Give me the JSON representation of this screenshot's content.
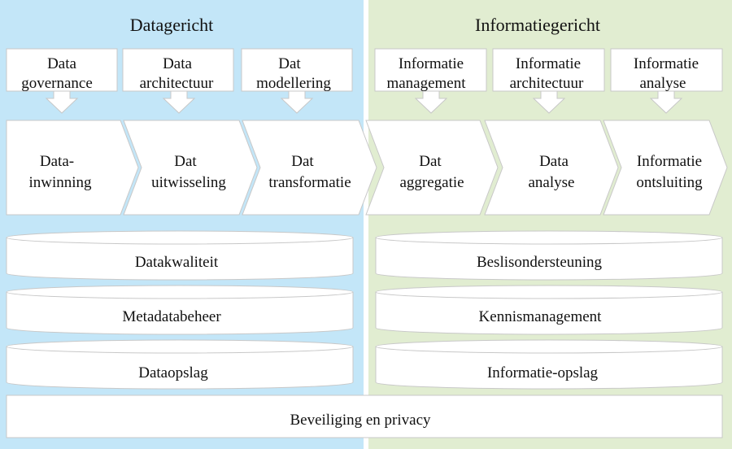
{
  "colors": {
    "data_panel": "#c3e6f8",
    "info_panel": "#e1edd1",
    "box_fill": "#ffffff",
    "box_stroke": "#c8c8c8",
    "text": "#111111"
  },
  "data_side": {
    "title": "Datagericht",
    "top_boxes": [
      {
        "line1": "Data",
        "line2": "governance"
      },
      {
        "line1": "Data",
        "line2": "architectuur"
      },
      {
        "line1": "Dat",
        "line2": "modellering"
      }
    ],
    "chevrons": [
      {
        "line1": "Data-",
        "line2": "inwinning"
      },
      {
        "line1": "Dat",
        "line2": "uitwisseling"
      },
      {
        "line1": "Dat",
        "line2": "transformatie"
      }
    ],
    "layers": [
      "Datakwaliteit",
      "Metadatabeheer",
      "Dataopslag"
    ]
  },
  "info_side": {
    "title": "Informatiegericht",
    "top_boxes": [
      {
        "line1": "Informatie",
        "line2": "management"
      },
      {
        "line1": "Informatie",
        "line2": "architectuur"
      },
      {
        "line1": "Informatie",
        "line2": "analyse"
      }
    ],
    "chevrons": [
      {
        "line1": "Dat",
        "line2": "aggregatie"
      },
      {
        "line1": "Data",
        "line2": "analyse"
      },
      {
        "line1": "Informatie",
        "line2": "ontsluiting"
      }
    ],
    "layers": [
      "Beslisondersteuning",
      "Kennismanagement",
      "Informatie-opslag"
    ]
  },
  "footer": {
    "label": "Beveiliging en privacy"
  }
}
